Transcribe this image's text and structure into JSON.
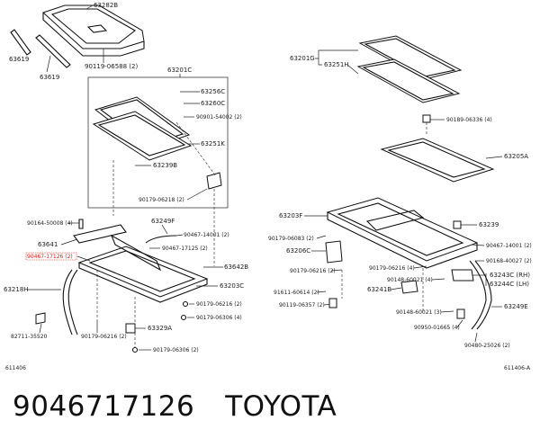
{
  "diagram": {
    "left_group": {
      "top_labels": [
        "63282B",
        "63619",
        "90119-06588 (2)",
        "63619"
      ],
      "box_label": "63201C",
      "box_parts": [
        "63256C",
        "63260C",
        "90901-54002 (2)",
        "63251K",
        "63239B",
        "90179-06218 (2)"
      ],
      "lower_labels": [
        "90164-50008 (4)",
        "63249F",
        "63641",
        "90467-14001 (2)",
        "90467-17125 (2)",
        "63642B",
        "63203C",
        "63218H",
        "90179-06216 (2)",
        "90179-06306 (4)",
        "63329A",
        "82711-35520",
        "90179-06216 (2)",
        "90179-06306 (2)"
      ],
      "highlighted_label": "90467-17126 (2)",
      "figure_id": "611406"
    },
    "right_group": {
      "labels": [
        "63201G",
        "63251H",
        "90189-06336 (4)",
        "63205A",
        "63203F",
        "63239",
        "90179-06083 (2)",
        "90467-14001 (2)",
        "63206C",
        "90168-40027 (2)",
        "90179-06216 (2)",
        "90179-06216 (4)",
        "90148-60021 (4)",
        "63243C (RH)",
        "63244C (LH)",
        "91611-60614 (2)",
        "63241B",
        "90119-06357 (2)",
        "63249E",
        "90148-60021 (3)",
        "90950-01665 (4)",
        "90480-25026 (2)"
      ],
      "figure_id": "611406-A"
    }
  },
  "caption": {
    "part_number": "9046717126",
    "brand": "TOYOTA"
  },
  "colors": {
    "highlight": "#e0201b",
    "ink": "#222222"
  }
}
